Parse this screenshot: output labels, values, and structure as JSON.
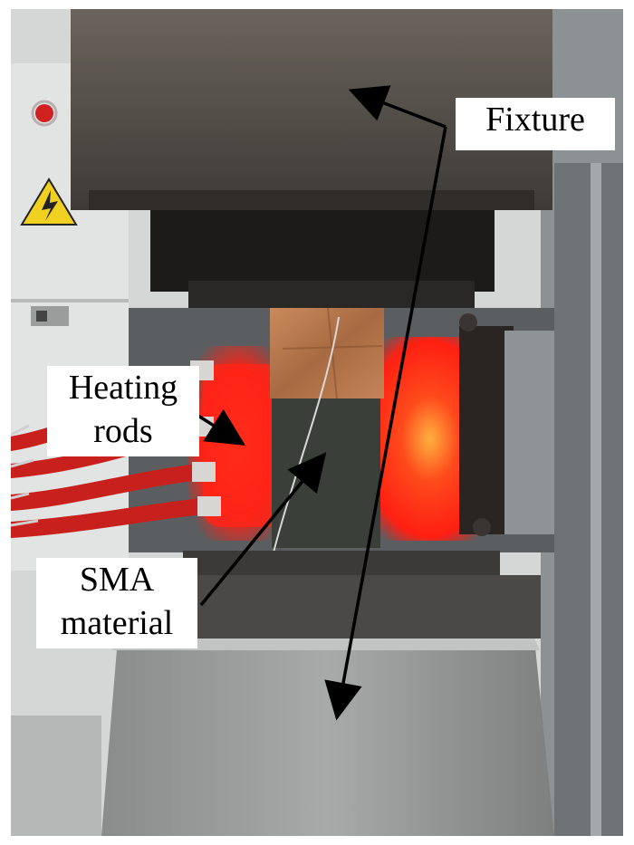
{
  "labels": {
    "fixture": "Fixture",
    "heating_rods": [
      "Heating",
      "rods"
    ],
    "sma_material": [
      "SMA",
      "material"
    ]
  },
  "colors": {
    "upper_fixture": "#5a5550",
    "lower_fixture": "#9a9c9c",
    "copper_tape": "#b87a52",
    "heater_glow": "#ff2a1a",
    "sma_block": "#3a3f3a",
    "wire_insulation": "#c8201c",
    "cabinet_wall": "#d9dcdc",
    "arrow": "#000000"
  }
}
